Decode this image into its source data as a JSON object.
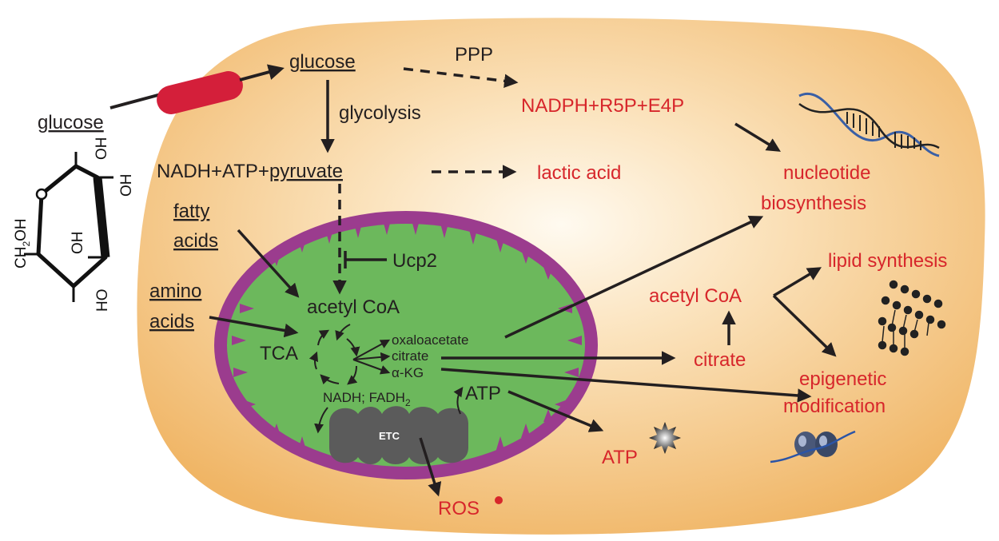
{
  "colors": {
    "cell_outer": "#f1b96c",
    "cell_inner": "#fff8ea",
    "mito_membrane": "#9b3c8e",
    "mito_matrix": "#6cb85c",
    "etc": "#5b5b5b",
    "red_text": "#d7262b",
    "transporter": "#d41f3a"
  },
  "labels": {
    "glucose_outside": "glucose",
    "glucose_inside": "glucose",
    "ppp": "PPP",
    "nadph": "NADPH+R5P+E4P",
    "glycolysis": "glycolysis",
    "nadh_atp": "NADH+ATP+",
    "pyruvate": "pyruvate",
    "lactic_acid": "lactic acid",
    "nucleotide_1": "nucleotide",
    "nucleotide_2": "biosynthesis",
    "fatty_1": "fatty",
    "fatty_2": "acids",
    "amino_1": "amino",
    "amino_2": "acids",
    "ucp2": "Ucp2",
    "acetyl_coa_mito": "acetyl CoA",
    "tca": "TCA",
    "oxaloacetate": "oxaloacetate",
    "citrate_mito": "citrate",
    "akg": "α-KG",
    "nadh_fadh": "NADH; FADH",
    "fadh_sub": "2",
    "atp_mito": "ATP",
    "etc": "ETC",
    "ros": "ROS",
    "atp_cyto": "ATP",
    "citrate_cyto": "citrate",
    "acetyl_coa_cyto": "acetyl CoA",
    "lipid_synthesis": "lipid synthesis",
    "epigenetic_1": "epigenetic",
    "epigenetic_2": "modification"
  },
  "glucose_structure": {
    "oh_top1": "OH",
    "oh_top2": "OH",
    "oh_mid": "OH",
    "ho_bottom": "HO",
    "ch2oh": "CH",
    "ch2oh_sub": "2",
    "ch2oh_end": "OH"
  }
}
